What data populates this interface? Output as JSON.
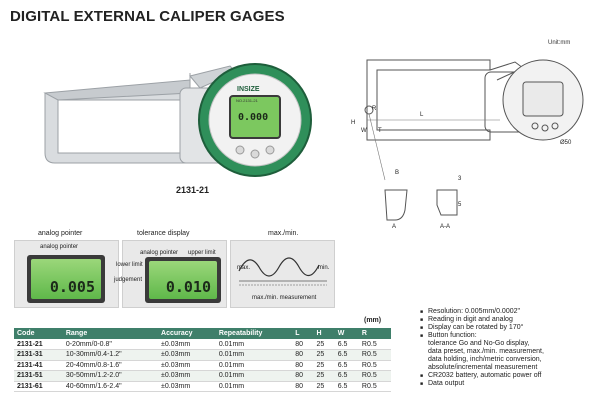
{
  "title": "DIGITAL EXTERNAL CALIPER GAGES",
  "product_photo": {
    "brand": "INSIZE",
    "display_value": "0.000",
    "dial_text": "NO.2131-21",
    "model": "2131-21"
  },
  "drawing": {
    "unit": "Unit:mm",
    "labels": [
      "H",
      "L",
      "W",
      "T",
      "R",
      "B",
      "A",
      "A-A",
      "3",
      "5",
      "Ø50"
    ]
  },
  "panels": [
    {
      "title": "analog pointer",
      "annotations": [
        "analog pointer"
      ],
      "digits": "0.005"
    },
    {
      "title": "tolerance display",
      "annotations": [
        "analog pointer",
        "upper limit",
        "lower limit",
        "judgement"
      ],
      "digits": "0.010"
    },
    {
      "title": "max./min.",
      "annotations": [
        "max.",
        "min.",
        "max./min. measurement"
      ]
    }
  ],
  "table": {
    "unit": "(mm)",
    "headers": [
      "Code",
      "Range",
      "Accuracy",
      "Repeatability",
      "L",
      "H",
      "W",
      "R"
    ],
    "rows": [
      [
        "2131-21",
        "0-20mm/0-0.8\"",
        "±0.03mm",
        "0.01mm",
        "80",
        "25",
        "6.5",
        "R0.5"
      ],
      [
        "2131-31",
        "10-30mm/0.4-1.2\"",
        "±0.03mm",
        "0.01mm",
        "80",
        "25",
        "6.5",
        "R0.5"
      ],
      [
        "2131-41",
        "20-40mm/0.8-1.6\"",
        "±0.03mm",
        "0.01mm",
        "80",
        "25",
        "6.5",
        "R0.5"
      ],
      [
        "2131-51",
        "30-50mm/1.2-2.0\"",
        "±0.03mm",
        "0.01mm",
        "80",
        "25",
        "6.5",
        "R0.5"
      ],
      [
        "2131-61",
        "40-60mm/1.6-2.4\"",
        "±0.03mm",
        "0.01mm",
        "80",
        "25",
        "6.5",
        "R0.5"
      ]
    ]
  },
  "features": {
    "resolution": "Resolution: 0.005mm/0.0002\"",
    "reading": "Reading in digit and analog",
    "rotation": "Display can be rotated by 170°",
    "button_function": "Button function:",
    "button_detail_1": "tolerance Go and No-Go display,",
    "button_detail_2": "data preset, max./min. measurement,",
    "button_detail_3": "data holding, inch/metric conversion,",
    "button_detail_4": "absolute/incremental measurement",
    "battery": "CR2032 battery, automatic power off",
    "data_output": "Data output"
  },
  "colors": {
    "table_header": "#3f7f6a",
    "lcd_green": "#7cc85f",
    "dial_green": "#2f8f5a"
  }
}
